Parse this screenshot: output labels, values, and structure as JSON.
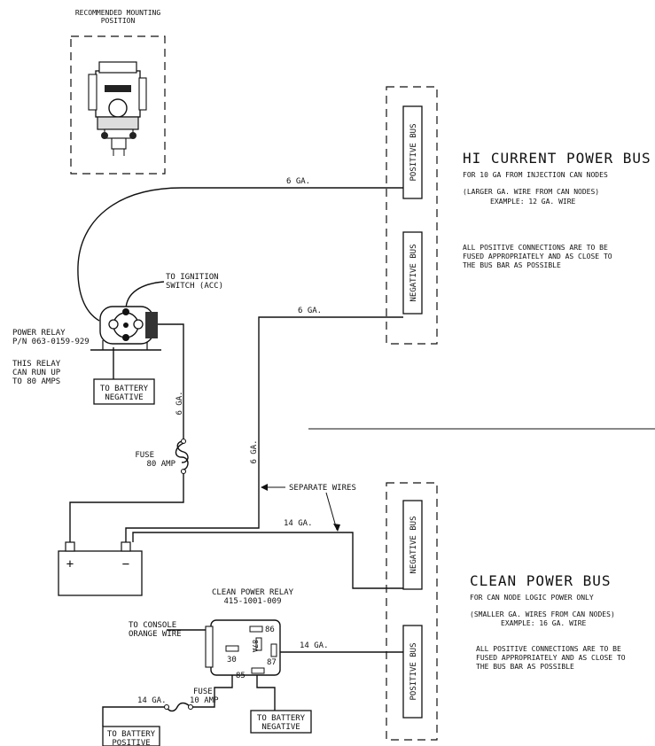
{
  "mounting": {
    "line1": "RECOMMENDED MOUNTING",
    "line2": "POSITION"
  },
  "hi_bus": {
    "title": "HI CURRENT POWER BUS",
    "sub1": "FOR 10 GA FROM INJECTION CAN NODES",
    "sub2": "(LARGER GA. WIRE FROM CAN NODES)",
    "sub3": "EXAMPLE:  12 GA. WIRE",
    "note1": "ALL POSITIVE CONNECTIONS ARE TO BE",
    "note2": "FUSED APPROPRIATELY AND AS CLOSE TO",
    "note3": "THE BUS BAR AS POSSIBLE",
    "positive_bus": "POSITIVE BUS",
    "negative_bus": "NEGATIVE BUS"
  },
  "clean_bus": {
    "title": "CLEAN POWER BUS",
    "sub1": "FOR CAN NODE LOGIC POWER ONLY",
    "sub2": "(SMALLER GA. WIRES FROM CAN NODES)",
    "sub3": "EXAMPLE:  16 GA. WIRE",
    "note1": "ALL POSITIVE CONNECTIONS ARE TO BE",
    "note2": "FUSED APPROPRIATELY AND AS CLOSE TO",
    "note3": "THE BUS BAR AS POSSIBLE",
    "negative_bus": "NEGATIVE BUS",
    "positive_bus": "POSITIVE BUS"
  },
  "wires": {
    "top_6ga": "6 GA.",
    "mid_6ga": "6 GA.",
    "vert_6ga_left": "6 GA.",
    "vert_6ga_right": "6 GA.",
    "ga14_battery": "14 GA.",
    "ga14_relay": "14 GA.",
    "ga14_fuse": "14 GA."
  },
  "ignition": {
    "line1": "TO IGNITION",
    "line2": "SWITCH (ACC)"
  },
  "power_relay": {
    "line1": "POWER RELAY",
    "line2": "P/N 063-0159-929",
    "note1": "THIS RELAY",
    "note2": "CAN RUN UP",
    "note3": "TO 80 AMPS"
  },
  "battery_negative_1": {
    "line1": "TO BATTERY",
    "line2": "NEGATIVE"
  },
  "battery_negative_2": {
    "line1": "TO BATTERY",
    "line2": "NEGATIVE"
  },
  "battery_positive": {
    "line1": "TO BATTERY",
    "line2": "POSITIVE"
  },
  "fuse_80": {
    "line1": "FUSE",
    "line2": "80 AMP"
  },
  "fuse_10": {
    "line1": "FUSE",
    "line2": "10 AMP"
  },
  "separate_wires": "SEPARATE WIRES",
  "battery": {
    "plus": "+",
    "minus": "−"
  },
  "clean_relay": {
    "line1": "CLEAN POWER RELAY",
    "line2": "415-1001-009",
    "pin86": "86",
    "pin30": "30",
    "pin87a": "87A",
    "pin87": "87",
    "pin85": "85"
  },
  "console": {
    "line1": "TO CONSOLE",
    "line2": "ORANGE WIRE"
  }
}
